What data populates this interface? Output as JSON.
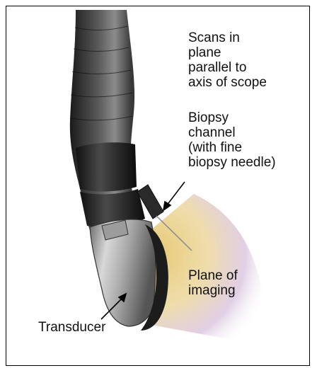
{
  "labels": {
    "scans": "Scans in\nplane\nparallel to\naxis of scope",
    "biopsy": "Biopsy\nchannel\n(with fine\nbiopsy needle)",
    "plane": "Plane of\nimaging",
    "transducer": "Transducer"
  },
  "colors": {
    "border": "#000000",
    "scope_dark": "#1e1e1e",
    "scope_mid": "#444444",
    "scope_highlight": "#8a8a8a",
    "transducer_silver": "#b8b8b8",
    "plane_yellow": "#e8cc7a",
    "plane_purple": "#c9a9cf"
  }
}
